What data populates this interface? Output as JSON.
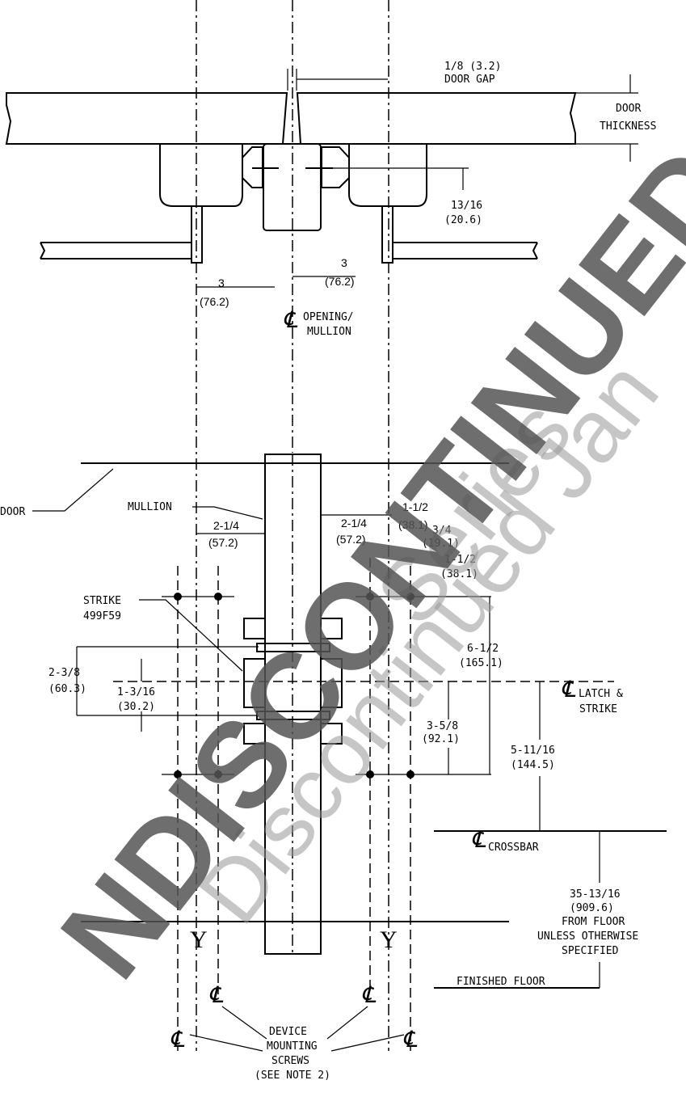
{
  "drawing": {
    "top_view": {
      "door_gap": "1/8 (3.2)",
      "door_gap_label": "DOOR GAP",
      "door_thickness_1": "DOOR",
      "door_thickness_2": "THICKNESS",
      "dim_13_16": "13/16",
      "dim_13_16_mm": "(20.6)",
      "dim_3_left": "3",
      "dim_3_left_mm": "(76.2)",
      "dim_3_right": "3",
      "dim_3_right_mm": "(76.2)",
      "centerline_opening_1": "OPENING/",
      "centerline_opening_2": "MULLION"
    },
    "elevation": {
      "door_label": "DOOR",
      "mullion_label": "MULLION",
      "dim_1_1_2_top": "1-1/2",
      "dim_1_1_2_top_mm": "(38.1)",
      "dim_2_1_4_right": "2-1/4",
      "dim_2_1_4_right_mm": "(57.2)",
      "dim_2_1_4_left": "2-1/4",
      "dim_2_1_4_left_mm": "(57.2)",
      "dim_3_4": "3/4",
      "dim_3_4_mm": "(19.1)",
      "dim_1_1_2_lower": "1-1/2",
      "dim_1_1_2_lower_mm": "(38.1)",
      "strike_label_1": "STRIKE",
      "strike_label_2": "499F59",
      "dim_2_3_8": "2-3/8",
      "dim_2_3_8_mm": "(60.3)",
      "dim_1_3_16": "1-3/16",
      "dim_1_3_16_mm": "(30.2)",
      "dim_6_1_2": "6-1/2",
      "dim_6_1_2_mm": "(165.1)",
      "latch_strike_1": "LATCH &",
      "latch_strike_2": "STRIKE",
      "dim_3_5_8": "3-5/8",
      "dim_3_5_8_mm": "(92.1)",
      "dim_5_11_16": "5-11/16",
      "dim_5_11_16_mm": "(144.5)",
      "crossbar_label": "CROSSBAR",
      "floor_dim": "35-13/16",
      "floor_dim_mm": "(909.6)",
      "floor_note_1": "FROM FLOOR",
      "floor_note_2": "UNLESS OTHERWISE",
      "floor_note_3": "SPECIFIED",
      "finished_floor": "FINISHED FLOOR",
      "y_mark": "Y",
      "centerline_symbol": "℄",
      "screws_1": "DEVICE",
      "screws_2": "MOUNTING",
      "screws_3": "SCREWS",
      "screws_4": "(SEE NOTE 2)"
    },
    "watermark": {
      "dark_text": "NDISCONTINUED",
      "light_text_1": "Series",
      "light_text_2": "Discontinued Jan"
    }
  }
}
